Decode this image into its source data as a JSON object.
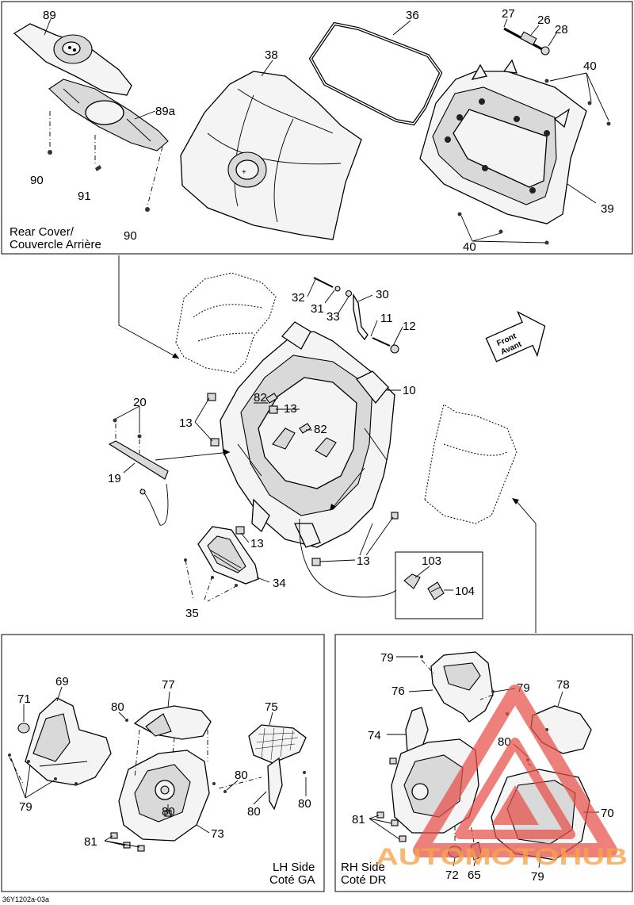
{
  "sections": {
    "rear_cover": {
      "caption_line1": "Rear Cover/",
      "caption_line2": "Couvercle Arrière"
    },
    "lh_side": {
      "caption_line1": "LH Side",
      "caption_line2": "Coté GA"
    },
    "rh_side": {
      "caption_line1": "RH Side",
      "caption_line2": "Coté DR"
    },
    "inset": {}
  },
  "front_arrow": {
    "line1": "Front",
    "line2": "Avant"
  },
  "part_numbers": {
    "p89": "89",
    "p89a": "89a",
    "p90a": "90",
    "p91": "91",
    "p90b": "90",
    "p38": "38",
    "p36": "36",
    "p27": "27",
    "p26": "26",
    "p28": "28",
    "p40a": "40",
    "p39": "39",
    "p40b": "40",
    "p32": "32",
    "p31": "31",
    "p33": "33",
    "p30": "30",
    "p11": "11",
    "p12": "12",
    "p10": "10",
    "p20": "20",
    "p13a": "13",
    "p82a": "82",
    "p13b": "13",
    "p82b": "82",
    "p19": "19",
    "p13c": "13",
    "p34": "34",
    "p35": "35",
    "p13d": "13",
    "p103": "103",
    "p104": "104",
    "p71": "71",
    "p69": "69",
    "p77": "77",
    "p80a": "80",
    "p75": "75",
    "p80b": "80",
    "p80c": "80",
    "p80d": "80",
    "p80e": "80",
    "p79a": "79",
    "p81a": "81",
    "p73": "73",
    "p79b": "79",
    "p76": "76",
    "p79c": "79",
    "p78": "78",
    "p74": "74",
    "p80f": "80",
    "p70": "70",
    "p81b": "81",
    "p72": "72",
    "p65": "65",
    "p79d": "79"
  },
  "watermark": {
    "text": "AUTOMOTOHUB"
  },
  "footer": {
    "drawing_code": "36Y1202a-03a"
  },
  "colors": {
    "watermark_red": "#e8504a",
    "watermark_orange": "#f6a34a",
    "line": "#000000"
  }
}
